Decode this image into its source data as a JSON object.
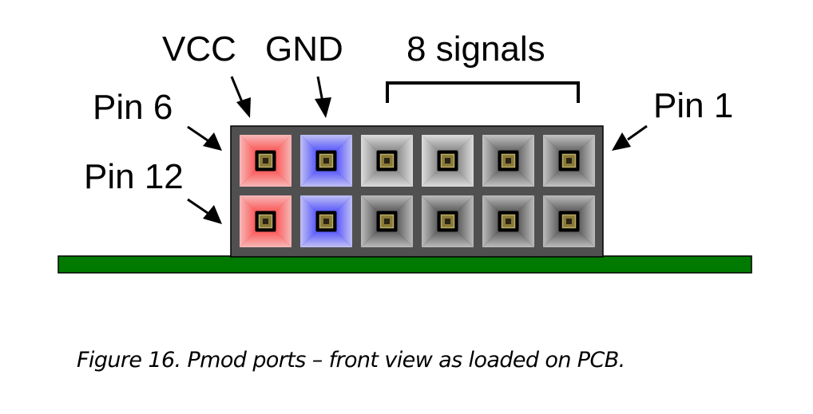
{
  "labels": {
    "vcc": "VCC",
    "gnd": "GND",
    "signals": "8 signals",
    "pin6": "Pin 6",
    "pin12": "Pin 12",
    "pin1": "Pin 1"
  },
  "caption": "Figure 16. Pmod ports – front view as loaded on PCB.",
  "connector": {
    "columns": 6,
    "rows": 2,
    "housing_color": "#505050",
    "pcb_color": "#007a00",
    "pins": [
      [
        {
          "name": "pin-6-vcc",
          "type": "vcc"
        },
        {
          "name": "pin-5-gnd",
          "type": "gnd"
        },
        {
          "name": "pin-4-signal",
          "type": "signal",
          "shade": "light"
        },
        {
          "name": "pin-3-signal",
          "type": "signal",
          "shade": "light"
        },
        {
          "name": "pin-2-signal",
          "type": "signal",
          "shade": "medium"
        },
        {
          "name": "pin-1-signal",
          "type": "signal",
          "shade": "medium"
        }
      ],
      [
        {
          "name": "pin-12-vcc",
          "type": "vcc"
        },
        {
          "name": "pin-11-gnd",
          "type": "gnd"
        },
        {
          "name": "pin-10-signal",
          "type": "signal",
          "shade": "dark"
        },
        {
          "name": "pin-9-signal",
          "type": "signal",
          "shade": "dark"
        },
        {
          "name": "pin-8-signal",
          "type": "signal",
          "shade": "dark"
        },
        {
          "name": "pin-7-signal",
          "type": "signal",
          "shade": "dark"
        }
      ]
    ],
    "colors": {
      "vcc": {
        "center": "#ff2020",
        "edge": "#f6b8b8"
      },
      "gnd": {
        "center": "#1a1aff",
        "edge": "#c0c0f4"
      },
      "signal-light": {
        "center": "#5a5a5a",
        "edge": "#dcdcdc"
      },
      "signal-medium": {
        "center": "#303030",
        "edge": "#c4c4c4"
      },
      "signal-dark": {
        "center": "#222222",
        "edge": "#bcbcbc"
      },
      "contact_outer": "#000000",
      "contact_gold": "#8a7a38",
      "contact_gold_edge": "#b8aa66",
      "contact_center": "#2a2416"
    }
  }
}
